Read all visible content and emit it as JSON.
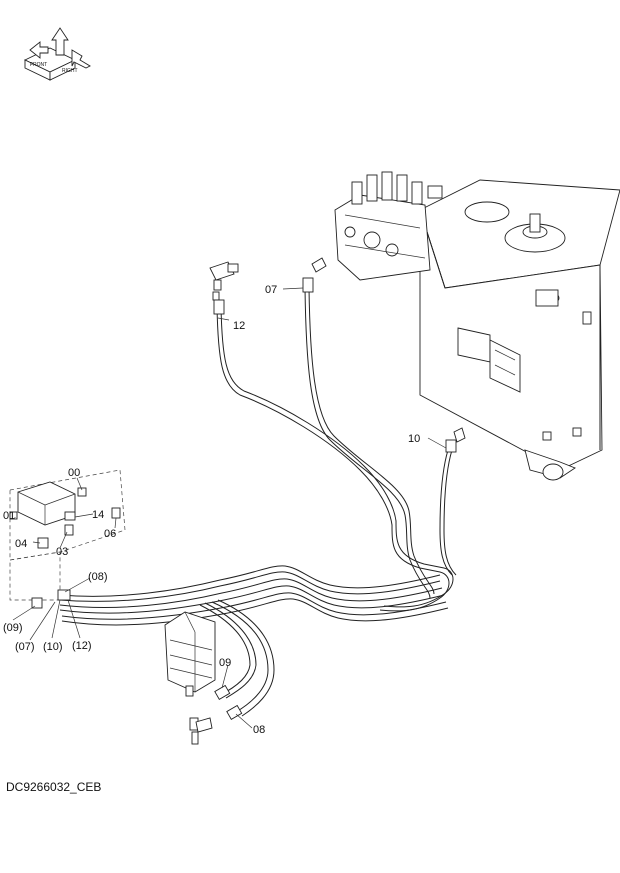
{
  "labels": {
    "l12": "12",
    "l07": "07",
    "l10": "10",
    "l00": "00",
    "l01": "01",
    "l14": "14",
    "l06": "06",
    "l04": "04",
    "l03": "03",
    "l08p": "(08)",
    "l09p": "(09)",
    "l07p": "(07)",
    "l10p": "(10)",
    "l12p": "(12)",
    "l09": "09",
    "l08": "08"
  },
  "drawing_code": "DC9266032_CEB",
  "orientation_badge": {
    "front": "FRONT",
    "right": "RIGHT"
  }
}
